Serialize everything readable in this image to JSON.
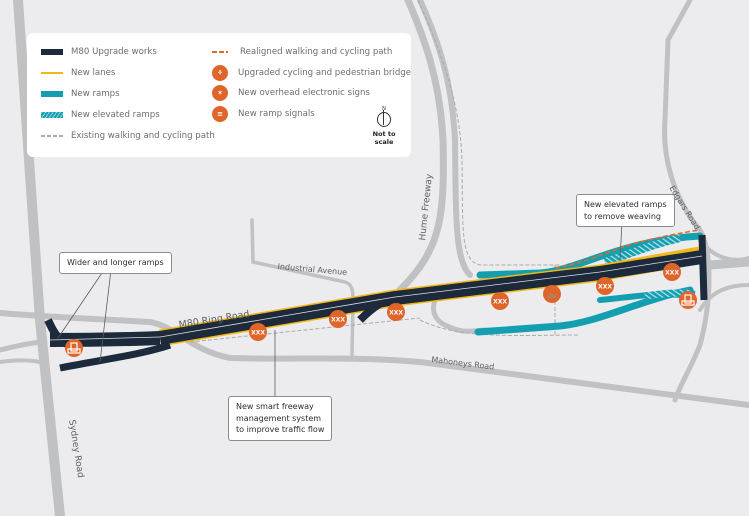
{
  "legend": {
    "items_left": [
      {
        "label": "M80 Upgrade works",
        "swatch": "dark-bar",
        "color": "#1c2a3b"
      },
      {
        "label": "New lanes",
        "swatch": "yellow-line",
        "color": "#f2b818"
      },
      {
        "label": "New ramps",
        "swatch": "teal-bar",
        "color": "#139fb0"
      },
      {
        "label": "New elevated ramps",
        "swatch": "teal-hatch-bar",
        "color": "#139fb0"
      },
      {
        "label": "Existing walking and cycling path",
        "swatch": "grey-dashed-line",
        "color": "#a8abae"
      }
    ],
    "items_right": [
      {
        "label": "Realigned walking and cycling path",
        "swatch": "orange-dashed-line",
        "color": "#e06a2c"
      },
      {
        "label": "Upgraded cycling and pedestrian bridge",
        "icon": "cyclist-pedestrian-icon",
        "glyph": "⚘"
      },
      {
        "label": "New overhead electronic signs",
        "icon": "overhead-sign-icon",
        "glyph": "✶"
      },
      {
        "label": "New ramp signals",
        "icon": "ramp-signal-icon",
        "glyph": "≡"
      }
    ],
    "compass": {
      "north": "N",
      "scale_note": "Not to scale"
    }
  },
  "roads": {
    "m80": "M80 Ring Road",
    "sydney": "Sydney Road",
    "hume": "Hume Freeway",
    "industrial": "Industrial Avenue",
    "mahoneys": "Mahoneys Road",
    "edgars": "Edgars Road"
  },
  "callouts": {
    "wider_ramps": "Wider and longer ramps",
    "smart_freeway": [
      "New smart freeway",
      "management system",
      "to improve traffic flow"
    ],
    "elevated_ramps": [
      "New elevated ramps",
      "to remove weaving"
    ]
  },
  "colors": {
    "background": "#ececee",
    "road_grey": "#bfc1c3",
    "upgrade_dark": "#1c2a3b",
    "new_lane_yellow": "#f2b818",
    "ramp_teal": "#139fb0",
    "icon_orange": "#e0652a"
  }
}
